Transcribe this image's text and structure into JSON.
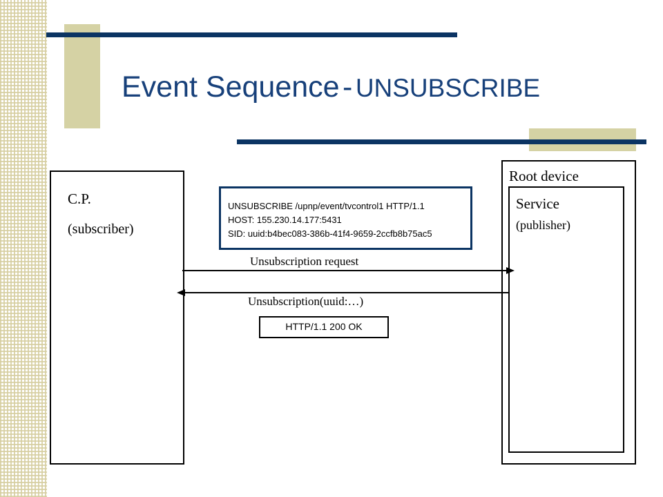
{
  "slide": {
    "title_main": "Event Sequence",
    "title_separator": "-",
    "title_sub": "UNSUBSCRIBE"
  },
  "control_point": {
    "label": "C.P.",
    "role": "(subscriber)"
  },
  "root_device": {
    "label": "Root device",
    "service_label": "Service",
    "service_role": "(publisher)"
  },
  "request_message": {
    "lines": [
      "UNSUBSCRIBE /upnp/event/tvcontrol1 HTTP/1.1",
      "HOST: 155.230.14.177:5431",
      "SID: uuid:b4bec083-386b-41f4-9659-2ccfb8b75ac5"
    ]
  },
  "arrows": {
    "request_label": "Unsubscription request",
    "response_label": "Unsubscription(uuid:…)"
  },
  "response_message": {
    "text": "HTTP/1.1 200 OK"
  },
  "colors": {
    "accent": "#d5d2a4",
    "navy": "#0b3463",
    "title": "#17407a"
  }
}
